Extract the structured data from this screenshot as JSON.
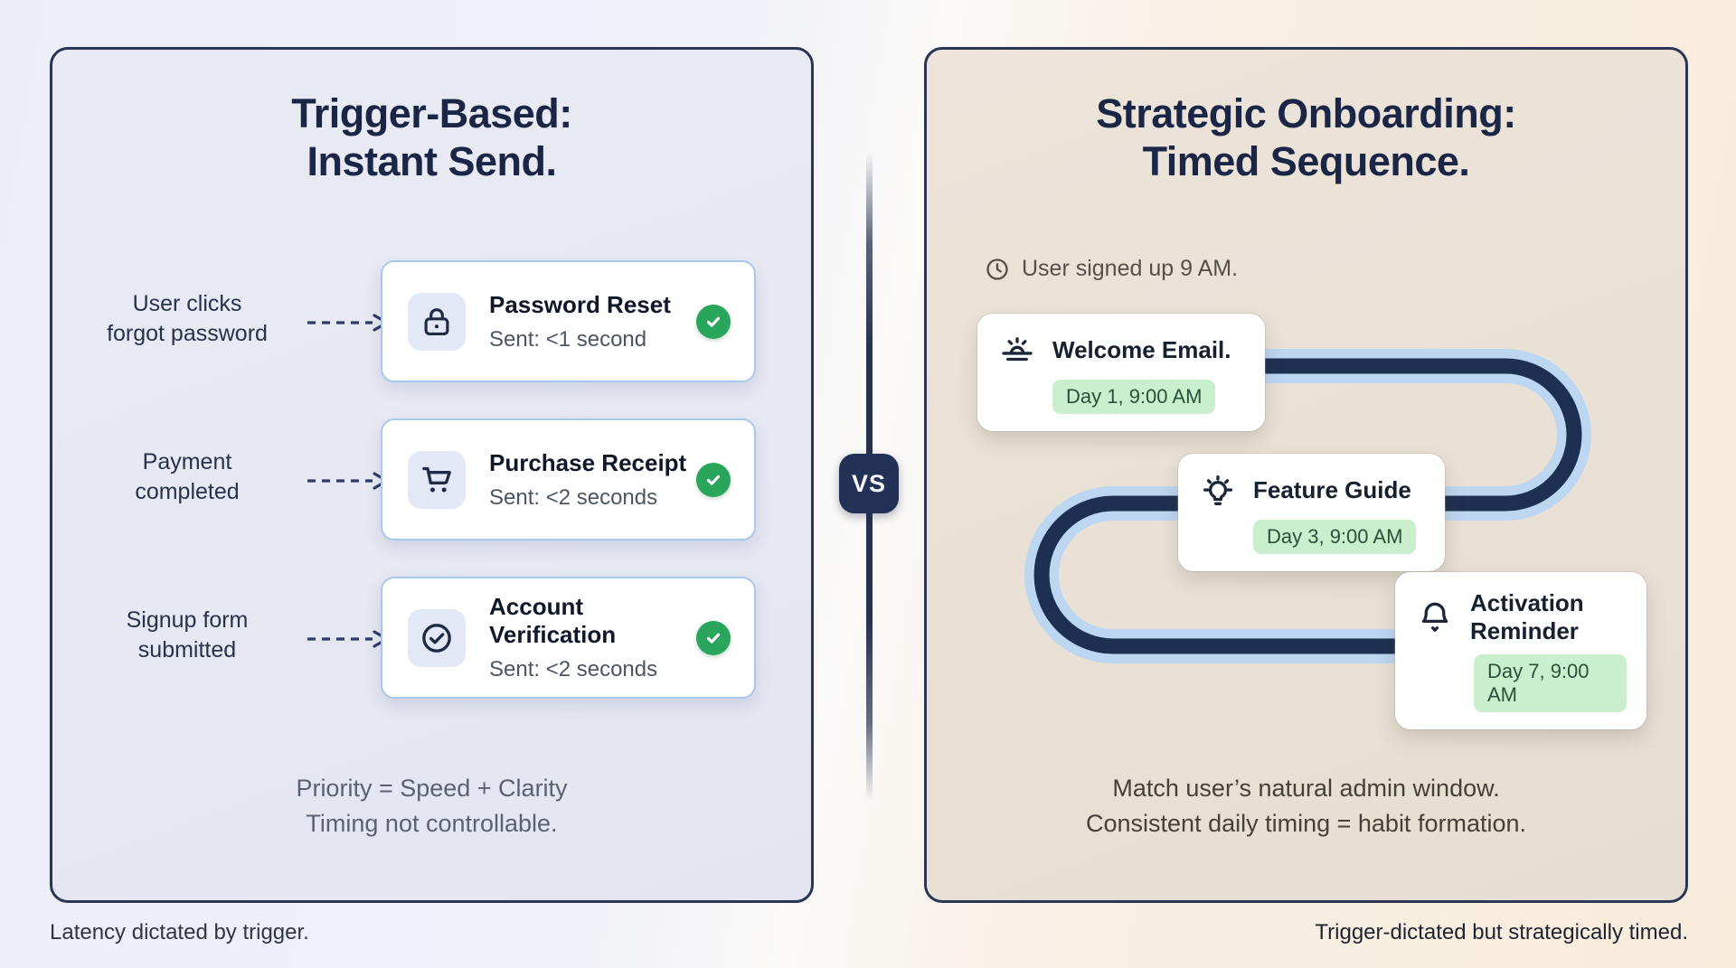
{
  "left_panel": {
    "title_line1": "Trigger-Based:",
    "title_line2": "Instant Send.",
    "rows": [
      {
        "trigger_line1": "User clicks",
        "trigger_line2": "forgot password",
        "icon": "lock-icon",
        "title": "Password Reset",
        "subtitle": "Sent: <1 second"
      },
      {
        "trigger_line1": "Payment",
        "trigger_line2": "completed",
        "icon": "cart-icon",
        "title": "Purchase Receipt",
        "subtitle": "Sent: <2 seconds"
      },
      {
        "trigger_line1": "Signup form",
        "trigger_line2": "submitted",
        "icon": "check-circle-icon",
        "title": "Account Verification",
        "subtitle": "Sent: <2 seconds"
      }
    ],
    "footer_line1": "Priority = Speed + Clarity",
    "footer_line2": "Timing not controllable.",
    "caption": "Latency dictated by trigger."
  },
  "divider": {
    "vs_label": "VS"
  },
  "right_panel": {
    "title_line1": "Strategic Onboarding:",
    "title_line2": "Timed Sequence.",
    "signup_note": "User signed up 9 AM.",
    "steps": [
      {
        "icon": "sunrise-icon",
        "title": "Welcome Email.",
        "badge": "Day 1, 9:00 AM"
      },
      {
        "icon": "lightbulb-icon",
        "title": "Feature Guide",
        "badge": "Day 3, 9:00 AM"
      },
      {
        "icon": "bell-icon",
        "title": "Activation Reminder",
        "badge": "Day 7, 9:00 AM"
      }
    ],
    "footer_line1": "Match user’s natural admin window.",
    "footer_line2": "Consistent daily timing = habit formation.",
    "caption": "Trigger-dictated but strategically timed."
  },
  "colors": {
    "navy": "#1b2545",
    "card_border_blue": "#a9c9ea",
    "success_green": "#2aa55c",
    "pill_green_bg": "#c9efcc",
    "path_navy": "#1d3052",
    "path_light_blue": "#bdd6f2"
  }
}
